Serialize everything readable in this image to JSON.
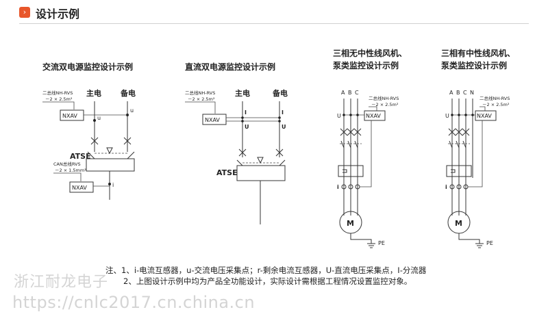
{
  "header": {
    "marker": "›",
    "title": "设计示例"
  },
  "diagrams": {
    "d1": {
      "title": "交流双电源监控设计示例",
      "main": "主电",
      "backup": "备电",
      "wire1_line1": "二总线NH-RVS",
      "wire1_line2": "－2 × 2.5m²",
      "device": "NXAV",
      "sig_u": "u",
      "atse": "ATSE",
      "wire2_line1": "CAN总线RVS",
      "wire2_line2": "－2 × 1.5mm²",
      "device2": "NXAV",
      "sig_i": "i"
    },
    "d2": {
      "title": "直流双电源监控设计示例",
      "main": "主电",
      "backup": "备电",
      "wire_line1": "二总线NH-RVS",
      "wire_line2": "－2 × 2.5m²",
      "device": "NXAV",
      "sig_I": "I",
      "sig_U": "U",
      "atse": "ATSE"
    },
    "d3": {
      "title_line1": "三相无中性线风机、",
      "title_line2": "泵类监控设计示例",
      "phases": [
        "A",
        "B",
        "C"
      ],
      "wire_line1": "二总线NH-RVS",
      "wire_line2": "－2 × 2.5m²",
      "device": "NXAV",
      "sig_u": "U",
      "sig_i": "i",
      "motor": "M",
      "pe": "PE"
    },
    "d4": {
      "title_line1": "三相有中性线风机、",
      "title_line2": "泵类监控设计示例",
      "phases": [
        "A",
        "B",
        "C",
        "N"
      ],
      "wire_line1": "二总线NH-RVS",
      "wire_line2": "－2 × 2.5m²",
      "device": "NXAV",
      "sig_u": "U",
      "sig_i": "i",
      "motor": "M",
      "pe": "PE"
    }
  },
  "notes": {
    "line1": "注、1、i-电流互感器，u-交流电压采集点；r-剩余电流互感器，U-直流电压采集点，I-分流器",
    "line2": "2、上图设计示例中均为产品全功能设计，实际设计需根据工程情况设置监控对象。"
  },
  "watermarks": {
    "company": "浙江耐龙电子",
    "site": "https://cnlc2017.cn.china.cn"
  }
}
